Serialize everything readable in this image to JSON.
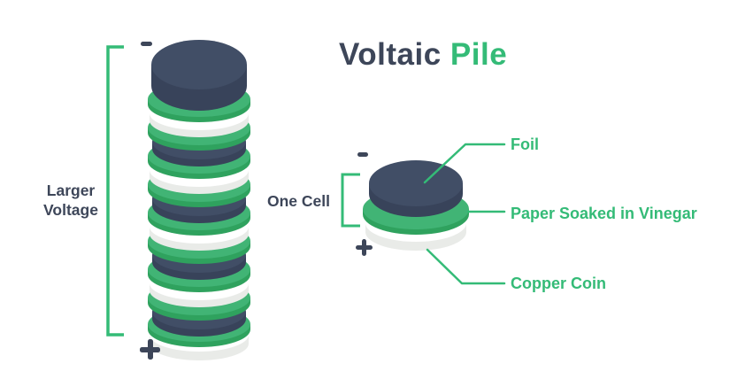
{
  "title": {
    "word_dark": "Voltaic",
    "word_green": "Pile"
  },
  "pile_section": {
    "label_line1": "Larger",
    "label_line2": "Voltage",
    "polarity_top": "-",
    "polarity_bottom": "+"
  },
  "cell_section": {
    "label": "One Cell",
    "polarity_top": "-",
    "polarity_bottom": "+"
  },
  "callouts": [
    {
      "label": "Foil"
    },
    {
      "label": "Paper Soaked in Vinegar"
    },
    {
      "label": "Copper Coin"
    }
  ],
  "diagram": {
    "pile_cell_count": 5,
    "cell_layers_top_to_bottom": [
      "foil",
      "paper",
      "coin"
    ]
  },
  "colors": {
    "navy": "#3d4659",
    "green": "#34bb77",
    "disc_green_top": "#41b475",
    "disc_green_side": "#2fa25e",
    "disc_navy_top": "#414e66",
    "disc_navy_side": "#38435a",
    "disc_white_top": "#ffffff",
    "disc_white_side": "#e9ebe8"
  }
}
